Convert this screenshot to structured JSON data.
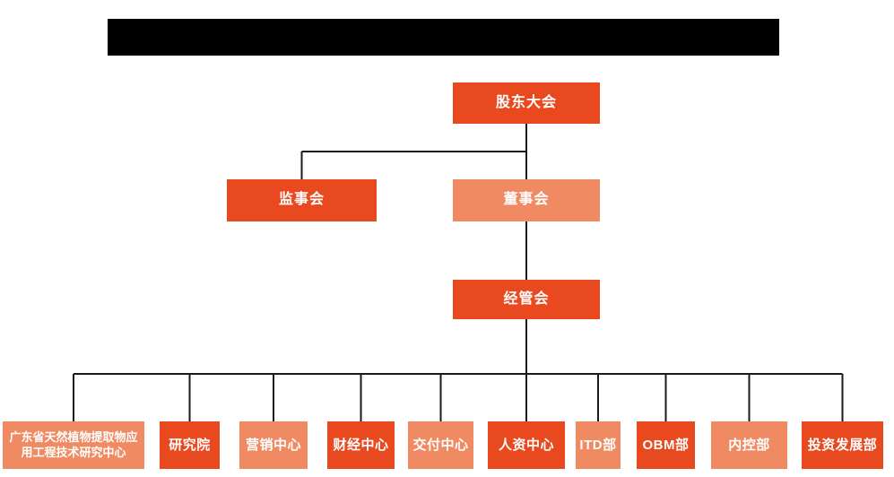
{
  "page": {
    "background_color": "#ffffff",
    "redacted_title_bar": {
      "description": "blacked-out title banner",
      "color": "#000000"
    }
  },
  "colors": {
    "primary_orange": "#E8491E",
    "secondary_salmon": "#EF8A63",
    "connector_line": "#1a1a1a",
    "node_text": "#ffffff"
  },
  "org_chart": {
    "level1": {
      "label": "股东大会",
      "tone": "primary"
    },
    "level2": [
      {
        "label": "监事会",
        "tone": "primary"
      },
      {
        "label": "董事会",
        "tone": "secondary"
      }
    ],
    "level3": {
      "label": "经管会",
      "tone": "primary"
    },
    "departments": [
      {
        "label": "广东省天然植物提取物应用工程技术研究中心",
        "tone": "secondary"
      },
      {
        "label": "研究院",
        "tone": "primary"
      },
      {
        "label": "营销中心",
        "tone": "secondary"
      },
      {
        "label": "财经中心",
        "tone": "primary"
      },
      {
        "label": "交付中心",
        "tone": "secondary"
      },
      {
        "label": "人资中心",
        "tone": "primary"
      },
      {
        "label": "ITD部",
        "tone": "secondary"
      },
      {
        "label": "OBM部",
        "tone": "primary"
      },
      {
        "label": "内控部",
        "tone": "secondary"
      },
      {
        "label": "投资发展部",
        "tone": "primary"
      }
    ]
  }
}
